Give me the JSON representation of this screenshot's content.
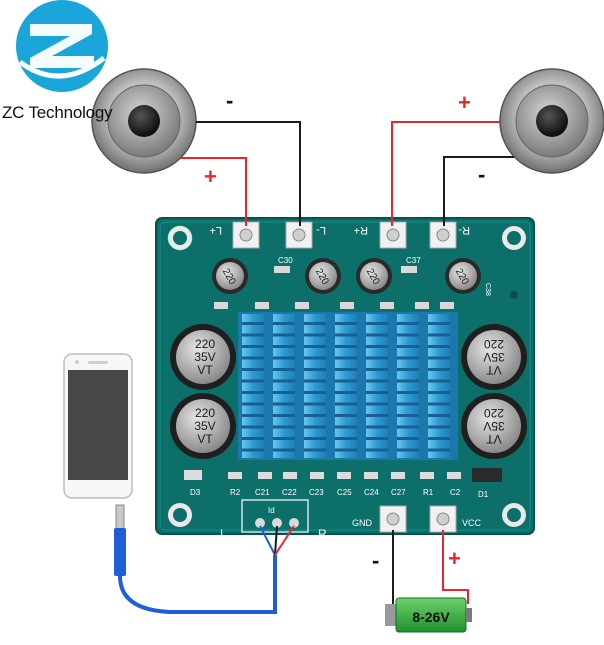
{
  "brand": {
    "name": "ZC Technology",
    "logo_color": "#1aa6d8"
  },
  "wire_signs": {
    "left_minus": "-",
    "left_plus": "+",
    "right_plus": "+",
    "right_minus": "-",
    "battery_minus": "-",
    "battery_plus": "+"
  },
  "board": {
    "color": "#0c6f6a",
    "terminals": {
      "l_plus": "L+",
      "l_minus": "L-",
      "r_plus": "R+",
      "r_minus": "R-",
      "gnd": "GND",
      "vcc": "VCC"
    },
    "small_caps": {
      "c30": "C30",
      "c37": "C37",
      "c38": "C38",
      "values": [
        "220",
        "220",
        "220",
        "220"
      ]
    },
    "big_caps": {
      "left_top": [
        "220",
        "35V",
        "VT"
      ],
      "left_bottom": [
        "220",
        "35V",
        "VT"
      ],
      "right_top": [
        "VT",
        "35V",
        "220"
      ],
      "right_bottom": [
        "VT",
        "35V",
        "220"
      ]
    },
    "silk_labels": [
      "D3",
      "R2",
      "C21",
      "C22",
      "C23",
      "C25",
      "C24",
      "C27",
      "R1",
      "C2",
      "D1"
    ],
    "input": {
      "left": "L",
      "right": "R",
      "center": "Id"
    }
  },
  "battery": {
    "label": "8-26V",
    "color": "#2fa83a"
  },
  "colors": {
    "wire_red": "#e8262c",
    "wire_black": "#1b1b1b",
    "wire_blue": "#1e5fd8",
    "heatsink": "#35a3da"
  }
}
